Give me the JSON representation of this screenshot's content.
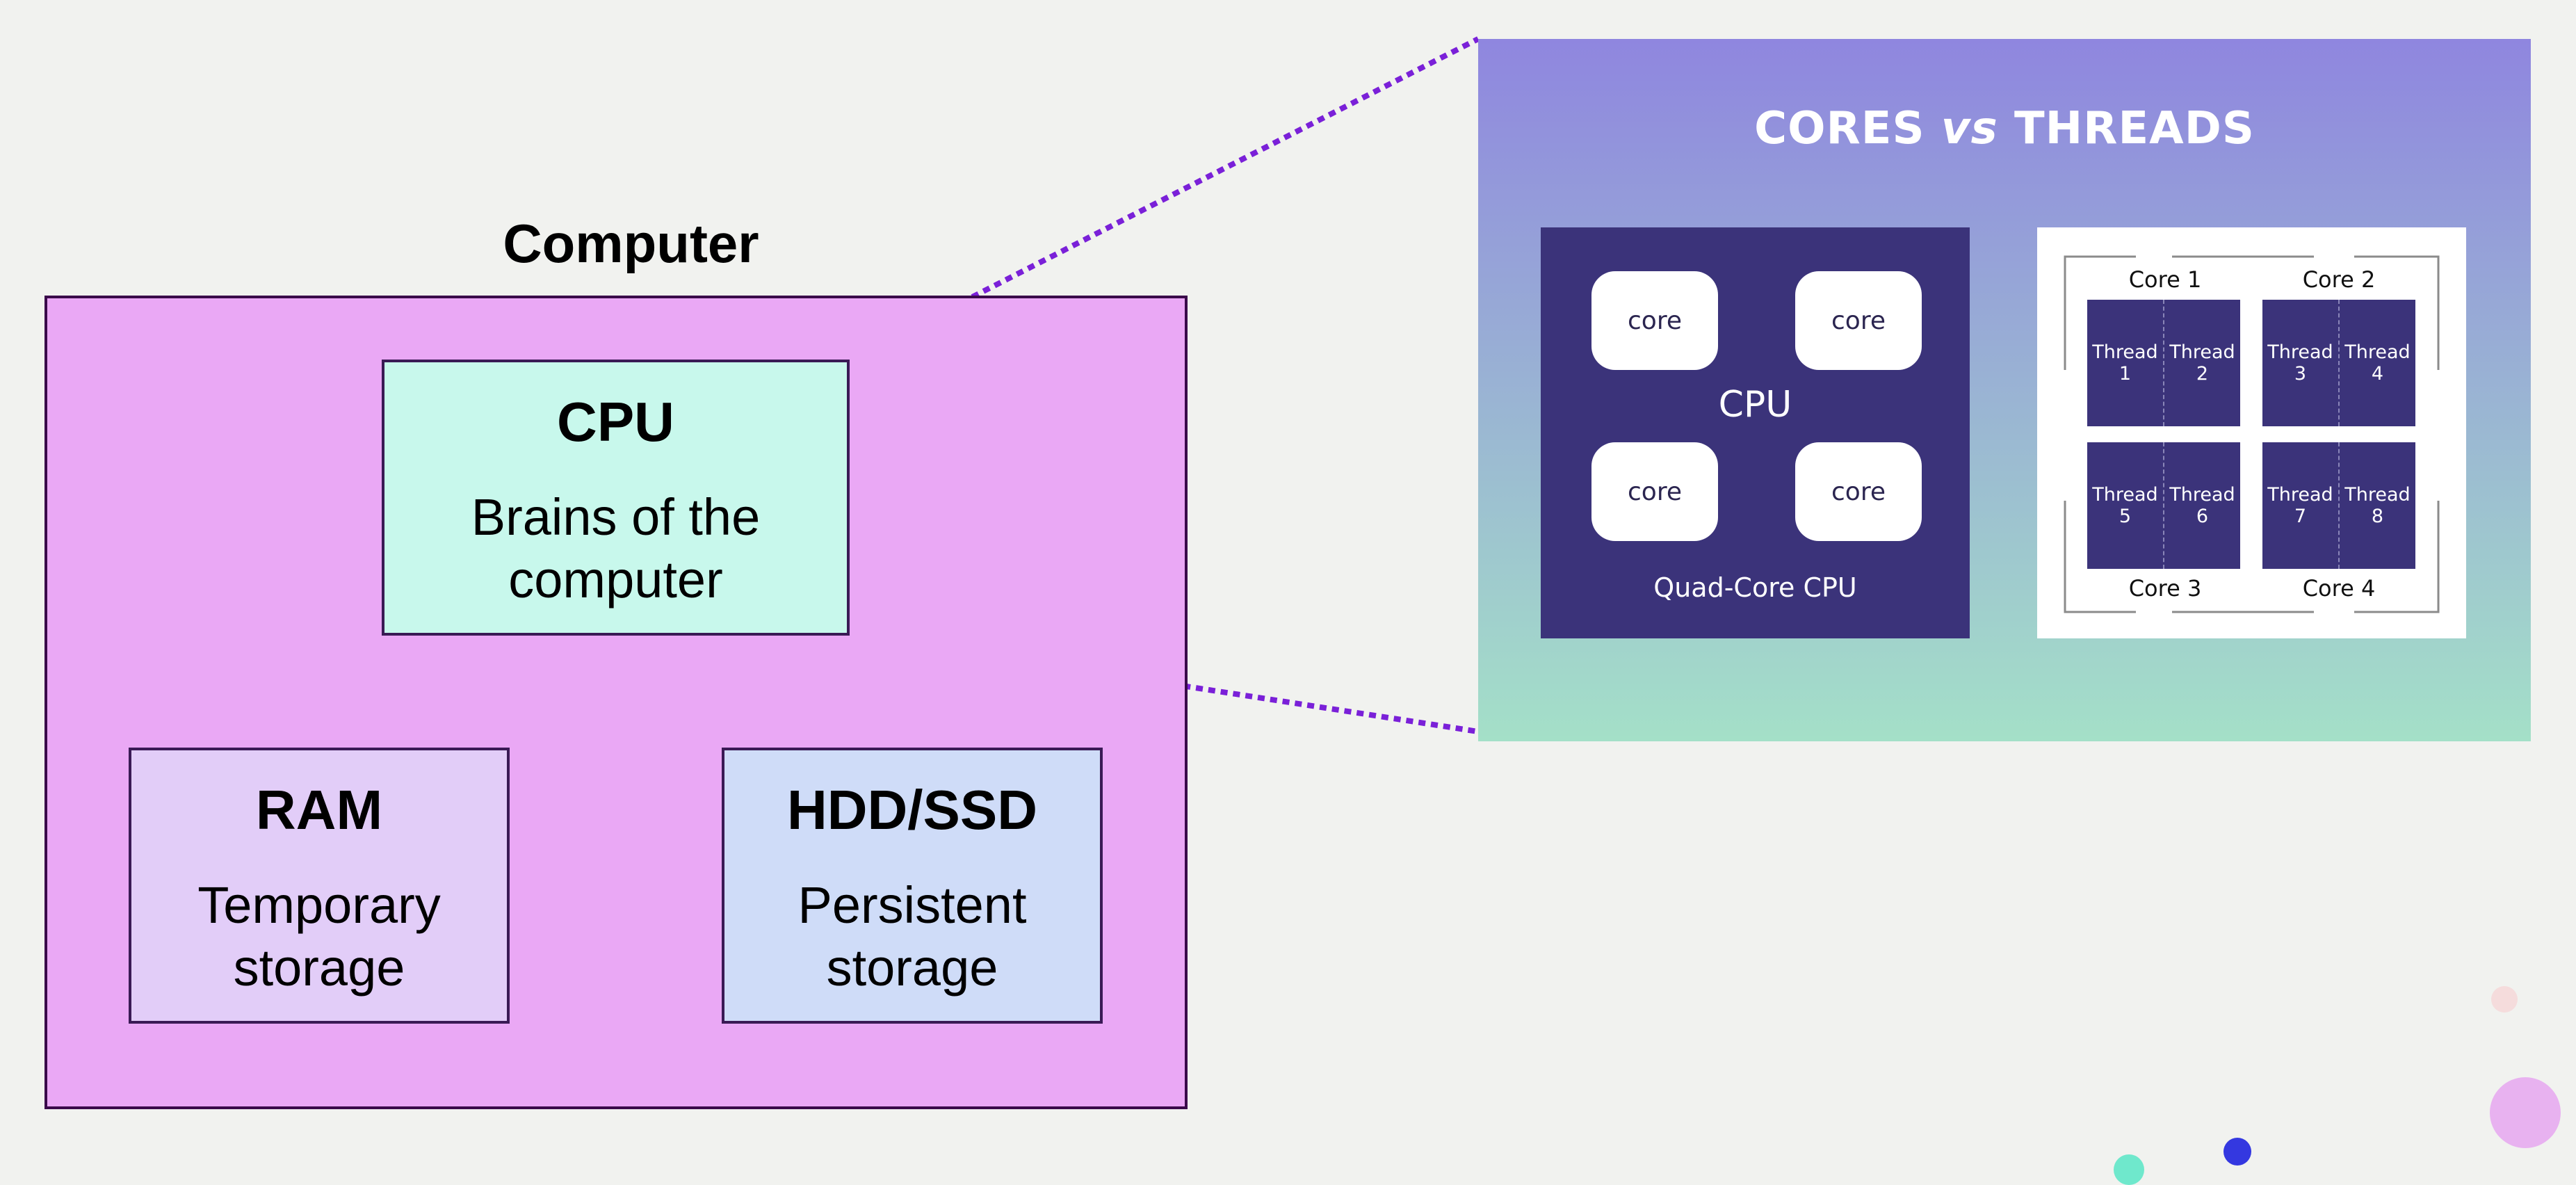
{
  "colors": {
    "background": "#f1f2ef",
    "computer_fill": "#eaa8f5",
    "cpu_fill": "#c8f8ec",
    "ram_fill": "#e2cdf8",
    "hdd_fill": "#cfdcf8",
    "zoom_line": "#7a20d8",
    "panel_gradient_top": "#8f86df",
    "panel_gradient_bottom": "#a4e0c8",
    "card_dark": "#3b337a",
    "dot_pink_large": "#e8b2f0",
    "dot_pink_small": "#f5dcdc",
    "dot_blue": "#3438e0",
    "dot_teal": "#6fe8cc"
  },
  "computer": {
    "title": "Computer",
    "cpu": {
      "title": "CPU",
      "desc_line1": "Brains of the",
      "desc_line2": "computer"
    },
    "ram": {
      "title": "RAM",
      "desc_line1": "Temporary",
      "desc_line2": "storage"
    },
    "hdd": {
      "title": "HDD/SSD",
      "desc_line1": "Persistent",
      "desc_line2": "storage"
    }
  },
  "panel": {
    "title_cores": "CORES",
    "title_vs": "vs",
    "title_threads": "THREADS",
    "quad": {
      "core_labels": [
        "core",
        "core",
        "core",
        "core"
      ],
      "cpu_label": "CPU",
      "caption": "Quad-Core CPU"
    },
    "threads": {
      "core_labels": [
        "Core 1",
        "Core 2",
        "Core 3",
        "Core 4"
      ],
      "thread_word": "Thread",
      "thread_numbers": [
        "1",
        "2",
        "3",
        "4",
        "5",
        "6",
        "7",
        "8"
      ]
    }
  }
}
